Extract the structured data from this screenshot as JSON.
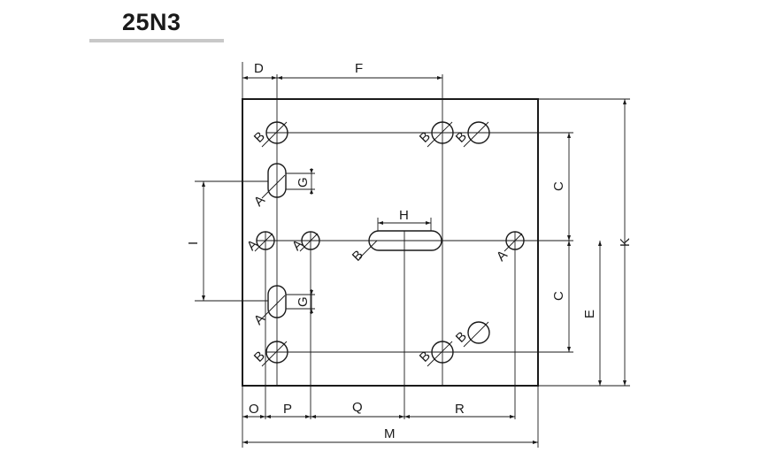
{
  "header": {
    "title": "25N3"
  },
  "dimensions": {
    "D": "D",
    "F": "F",
    "G": "G",
    "H": "H",
    "I": "I",
    "C": "C",
    "K": "K",
    "E": "E",
    "O": "O",
    "P": "P",
    "Q": "Q",
    "R": "R",
    "M": "M"
  },
  "holes": {
    "A": "A",
    "B": "B"
  }
}
